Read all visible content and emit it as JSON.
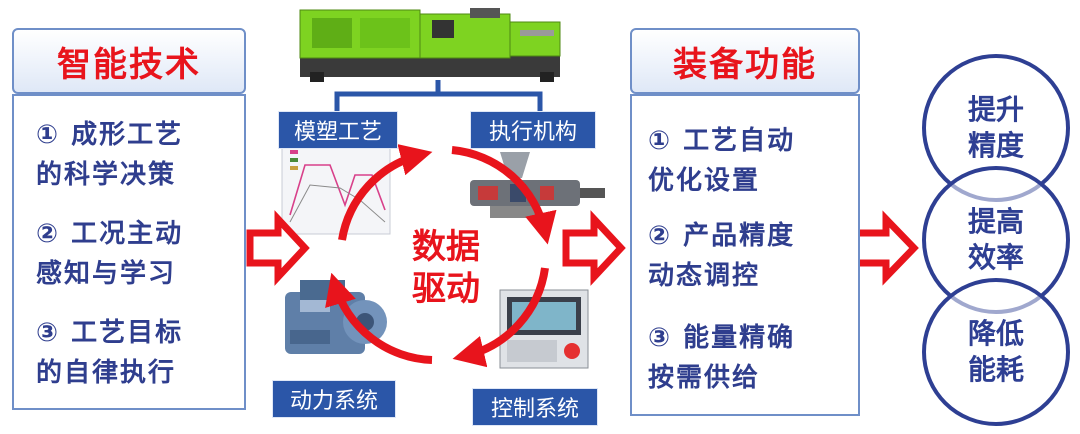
{
  "left_panel": {
    "title": "智能技术",
    "items": [
      {
        "line1": "① 成形工艺",
        "line2": "的科学决策"
      },
      {
        "line1": "② 工况主动",
        "line2": "感知与学习"
      },
      {
        "line1": "③ 工艺目标",
        "line2": "的自律执行"
      }
    ]
  },
  "center": {
    "labels": [
      "模塑工艺",
      "执行机构",
      "动力系统",
      "控制系统"
    ],
    "core_line1": "数据",
    "core_line2": "驱动"
  },
  "right_panel": {
    "title": "装备功能",
    "items": [
      {
        "line1": "① 工艺自动",
        "line2": "优化设置"
      },
      {
        "line1": "② 产品精度",
        "line2": "动态调控"
      },
      {
        "line1": "③ 能量精确",
        "line2": "按需供给"
      }
    ]
  },
  "outcomes": [
    {
      "line1": "提升",
      "line2": "精度"
    },
    {
      "line1": "提高",
      "line2": "效率"
    },
    {
      "line1": "降低",
      "line2": "能耗"
    }
  ],
  "colors": {
    "accent_red": "#e8141c",
    "navy": "#2e3f93",
    "label_blue": "#2b56a8",
    "machine_green": "#7ed321"
  }
}
